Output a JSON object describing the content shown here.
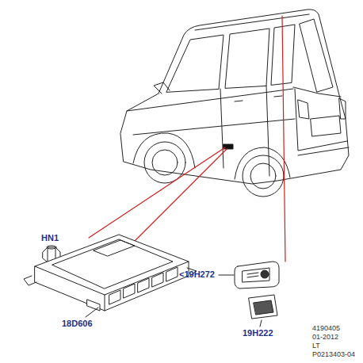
{
  "diagram": {
    "labels": [
      "HN1",
      "18D606",
      "<19H272",
      "19H222",
      "4190405",
      "01-2012",
      "LT",
      "P0213403-04"
    ]
  }
}
